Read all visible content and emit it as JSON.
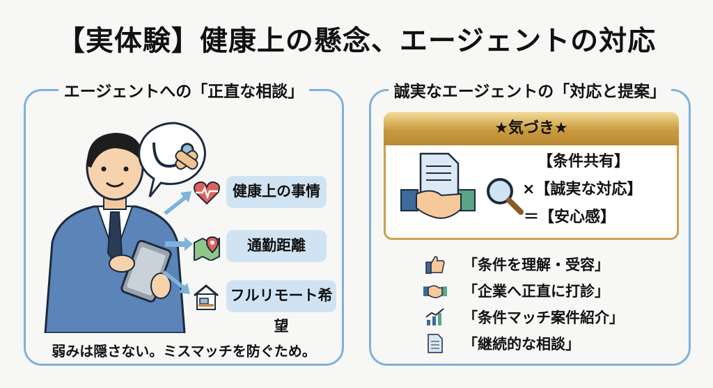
{
  "title": "【実体験】健康上の懸念、エージェントの対応",
  "left": {
    "heading": "エージェントへの「正直な相談」",
    "tags": [
      "健康上の事情",
      "通勤距離",
      "フルリモート希望"
    ],
    "note": "弱みは隠さない。ミスマッチを防ぐため。"
  },
  "right": {
    "heading": "誠実なエージェントの「対応と提案」",
    "banner": "★気づき★",
    "formula": [
      "【条件共有】",
      "×【誠実な対応】",
      "＝【安心感】"
    ],
    "items": [
      {
        "icon": "thumbs-up-icon",
        "text": "「条件を理解・受容」"
      },
      {
        "icon": "handshake-icon",
        "text": "「企業へ正直に打診」"
      },
      {
        "icon": "growth-chart-icon",
        "text": "「条件マッチ案件紹介」"
      },
      {
        "icon": "document-icon",
        "text": "「継続的な相談」"
      }
    ]
  }
}
